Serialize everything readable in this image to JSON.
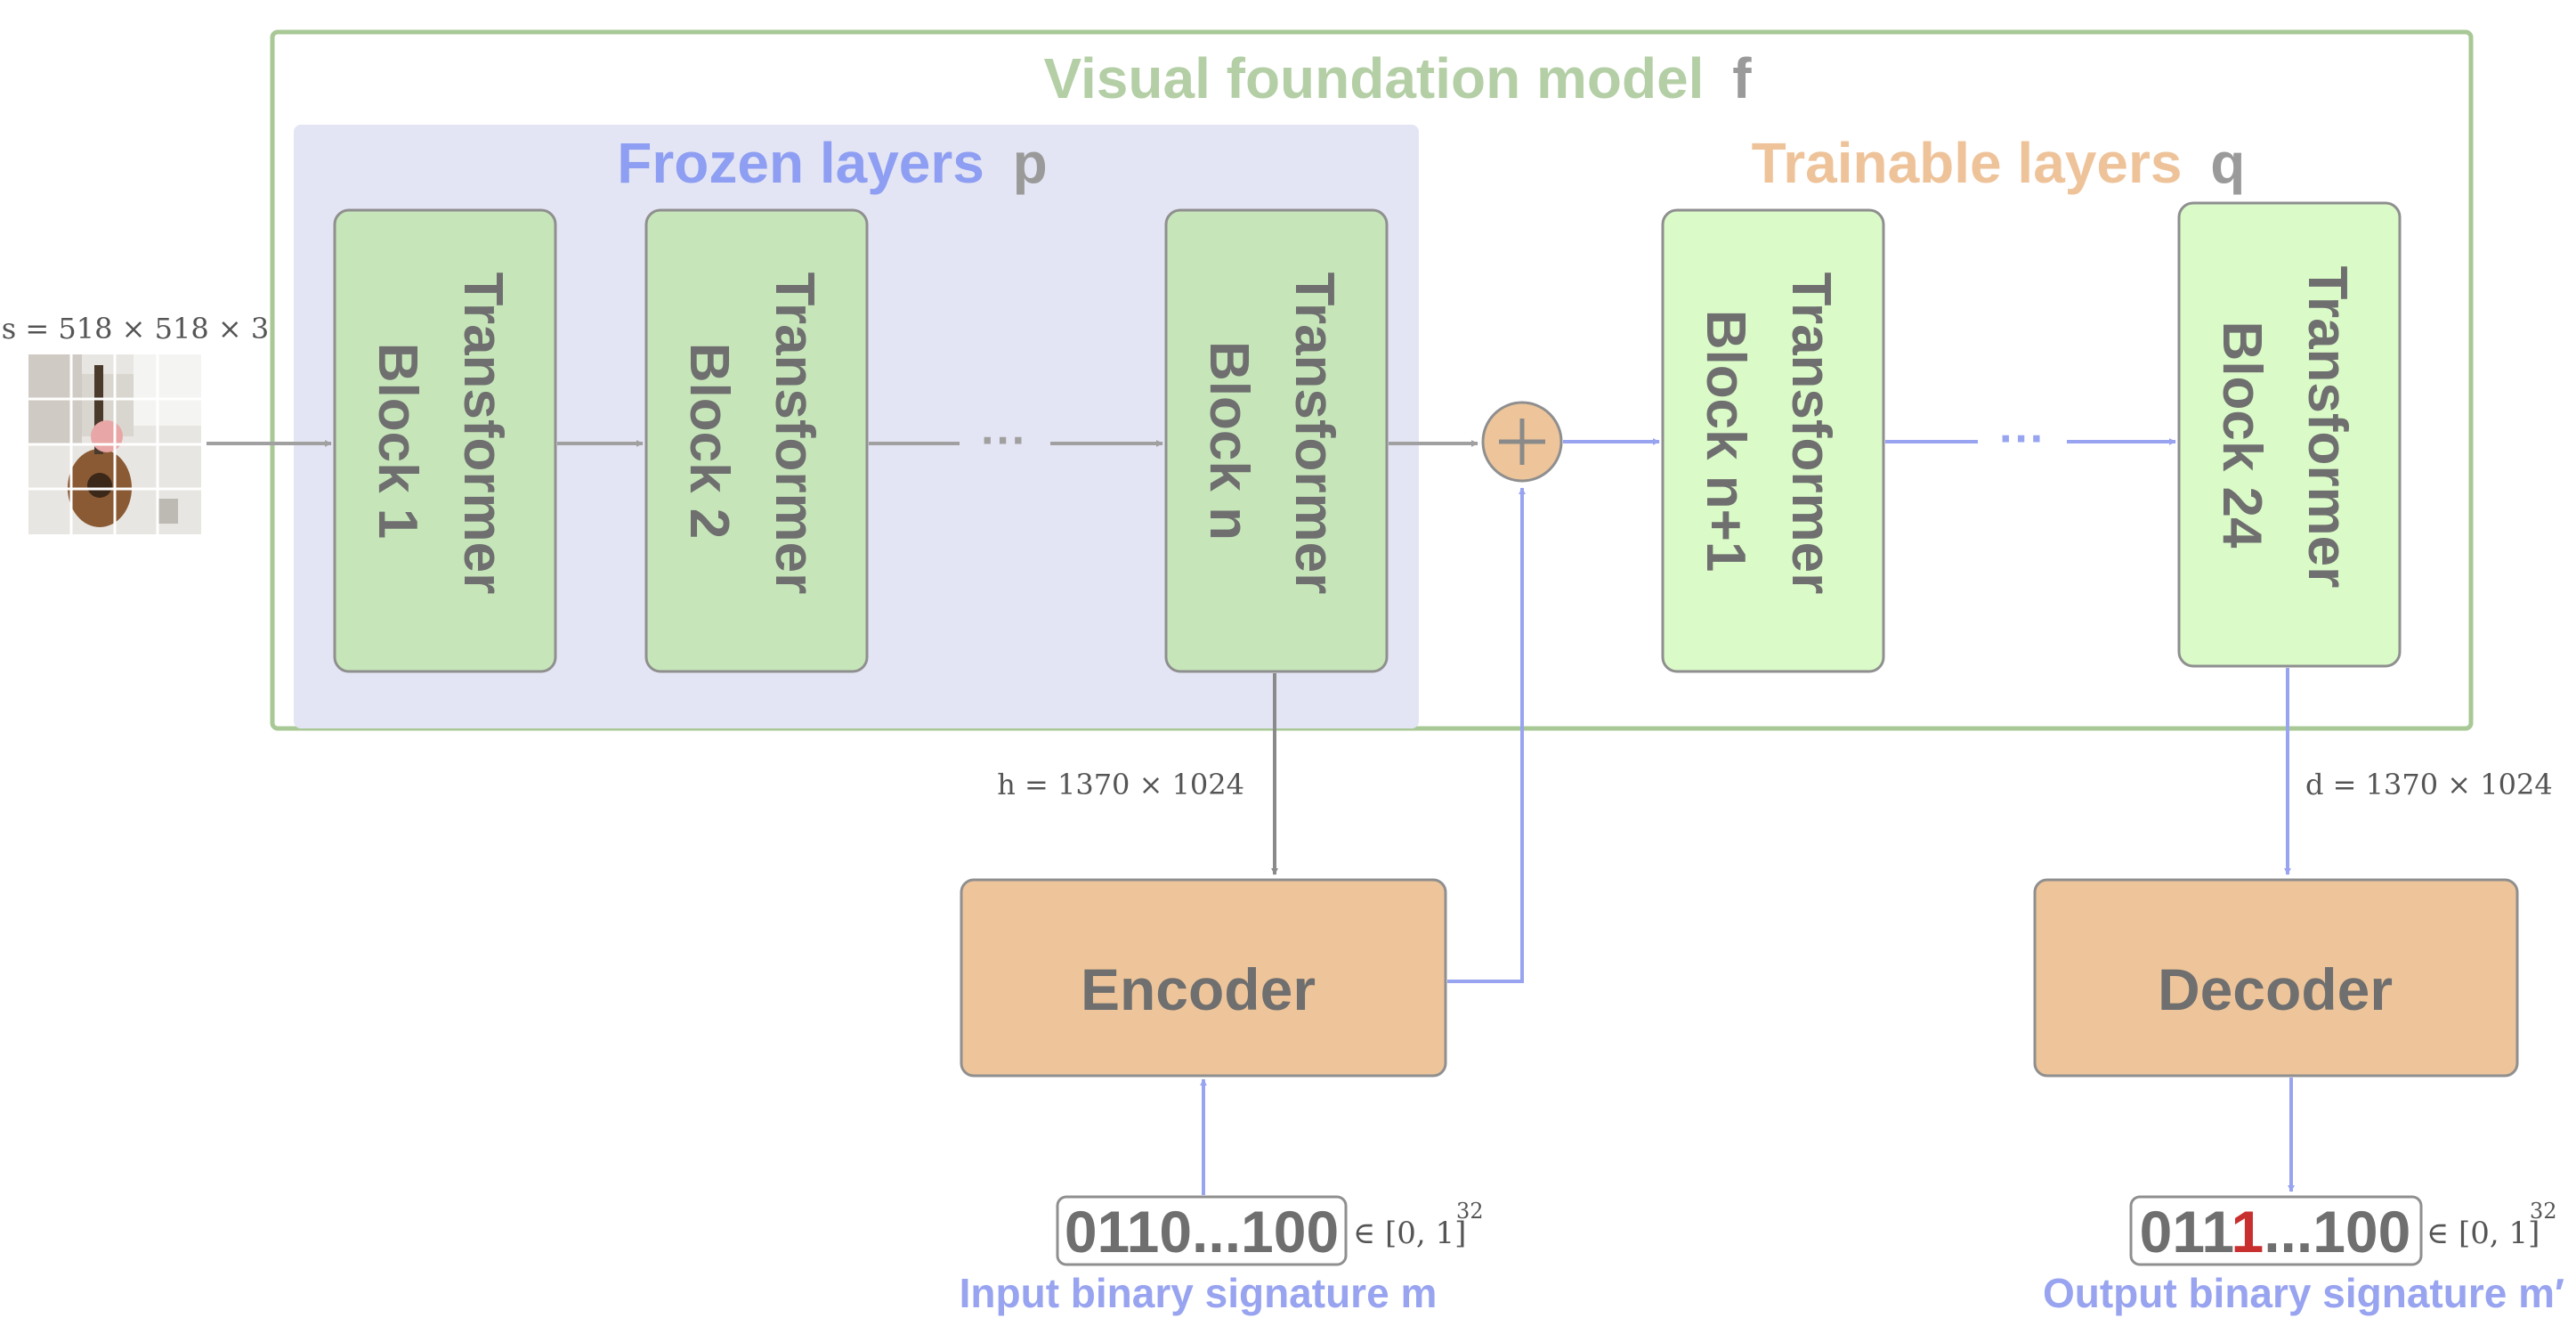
{
  "title": {
    "main": "Visual foundation model",
    "symbol": "f"
  },
  "frozen": {
    "label": "Frozen layers",
    "symbol": "p"
  },
  "trainable": {
    "label": "Trainable layers",
    "symbol": "q"
  },
  "blocks": {
    "b1": {
      "line1": "Transformer",
      "line2": "Block 1"
    },
    "b2": {
      "line1": "Transformer",
      "line2": "Block 2"
    },
    "bn": {
      "line1": "Transformer",
      "line2": "Block n"
    },
    "bn1": {
      "line1": "Transformer",
      "line2": "Block n+1"
    },
    "b24": {
      "line1": "Transformer",
      "line2": "Block 24"
    }
  },
  "ellipsis": "···",
  "plus": "+",
  "input_image": {
    "label": "s = 518 × 518 × 3"
  },
  "hidden": {
    "label": "h = 1370 × 1024"
  },
  "decoded": {
    "label": "d = 1370 × 1024"
  },
  "encoder": {
    "label": "Encoder"
  },
  "decoder": {
    "label": "Decoder"
  },
  "input_signature": {
    "bits": "0110...100",
    "set": "∈ [0, 1]",
    "exponent": "32",
    "caption": "Input binary signature m"
  },
  "output_signature": {
    "bits_prefix": "011",
    "bits_flipped": "1",
    "bits_suffix": "...100",
    "set": "∈ [0, 1]",
    "exponent": "32",
    "caption": "Output binary signature m′"
  },
  "colors": {
    "frame_green": "#a8c896",
    "title_green": "#b4cfa6",
    "frozen_bg": "#e4e5f4",
    "frozen_text": "#8e9ef2",
    "trainable_text": "#eec39a",
    "block_frozen": "#c6e6ba",
    "block_trainable": "#dafac8",
    "box_orange": "#eec59a",
    "gray_text": "#6f6f6f",
    "arrow_gray": "#a0a0a0",
    "arrow_blue": "#98a4f0",
    "flipped_bit": "#c83030"
  }
}
